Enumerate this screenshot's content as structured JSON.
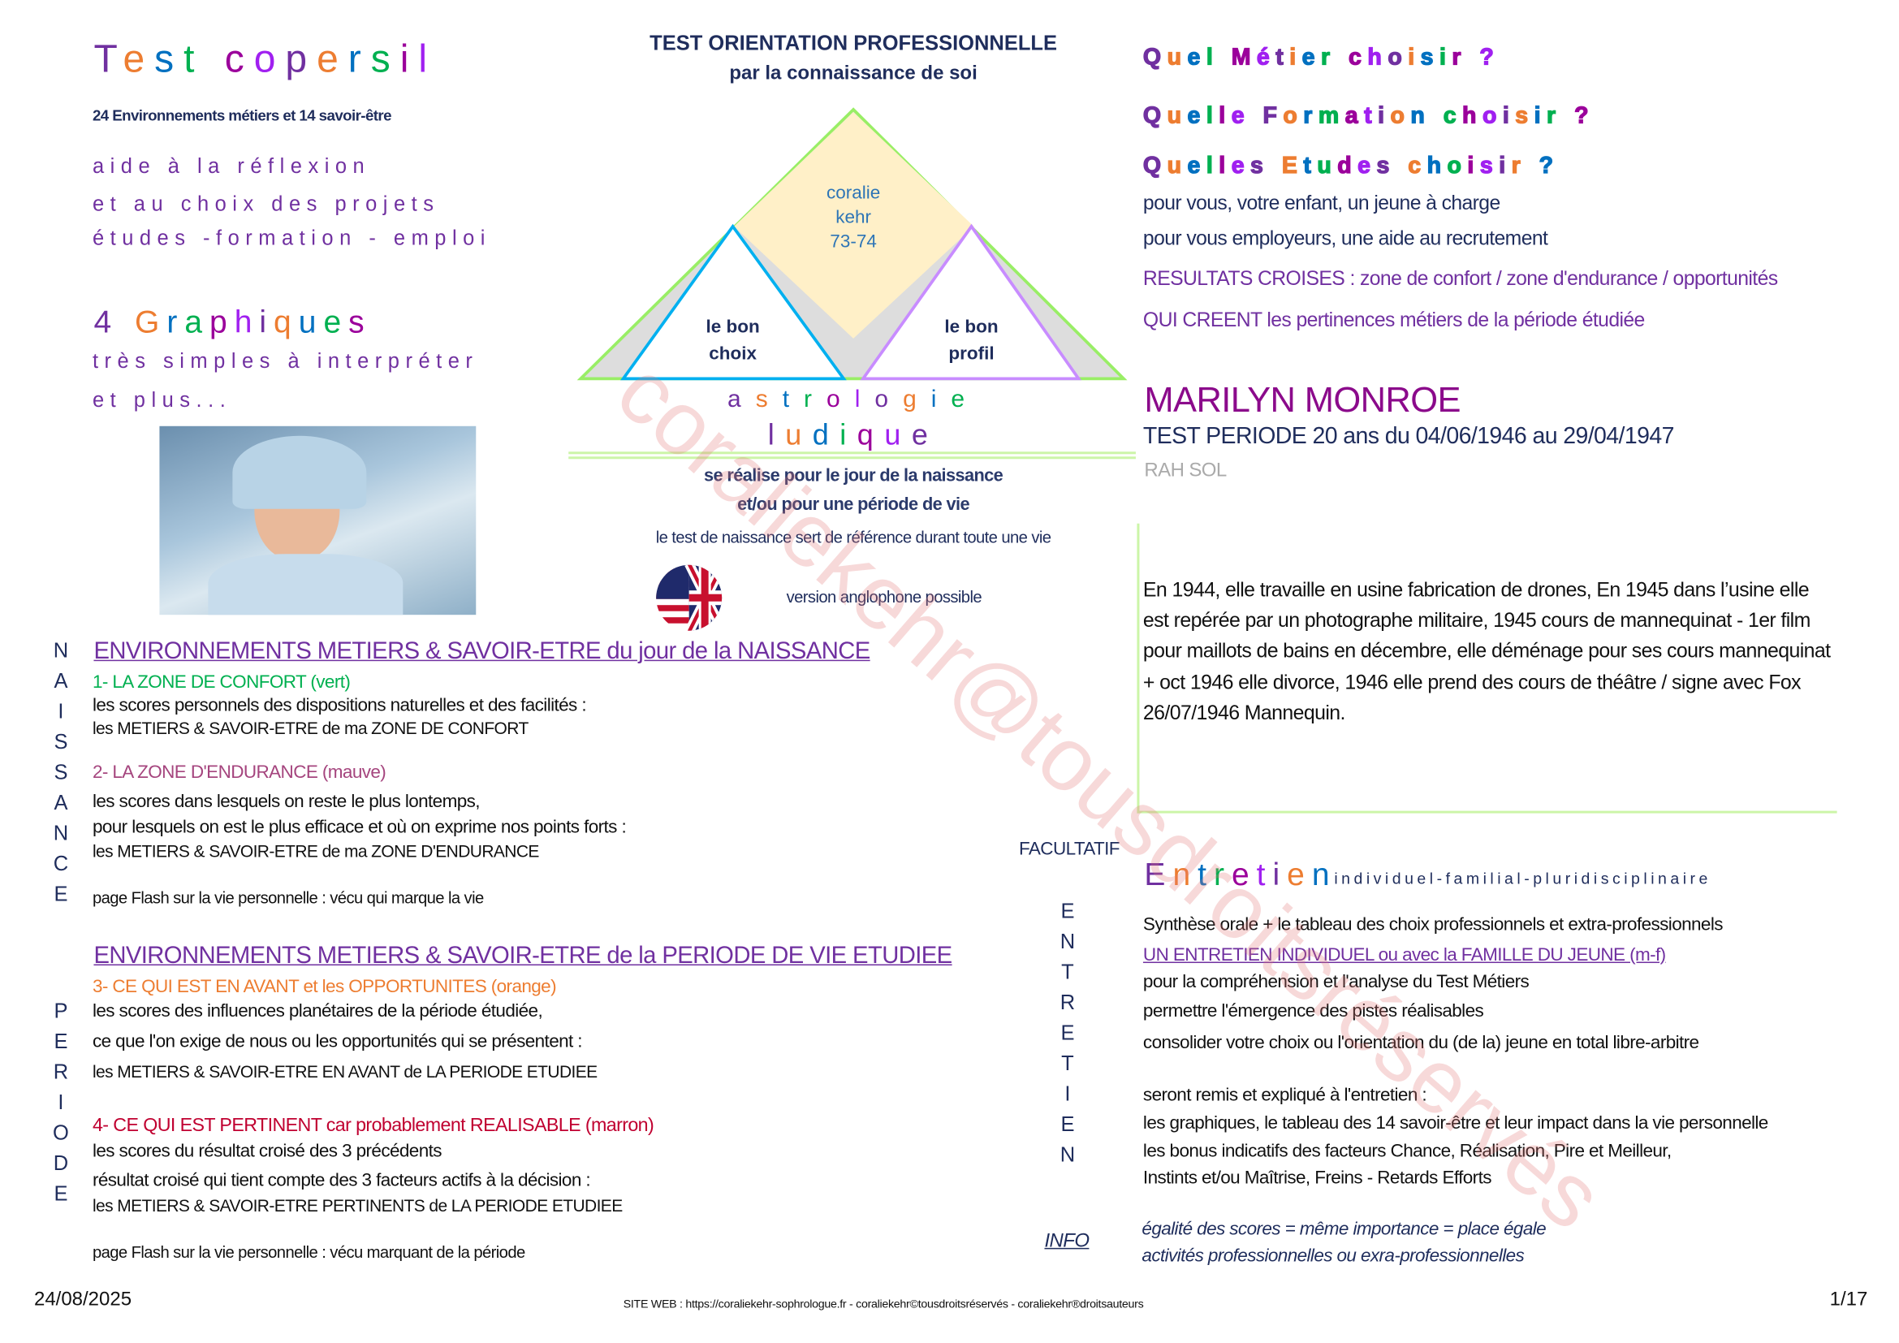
{
  "colors": {
    "rainbow": [
      "#7030a0",
      "#ed7d31",
      "#0070c0",
      "#00b050",
      "#9b009b",
      "#a020f0"
    ],
    "accent_green": "#99ee66",
    "navy": "#1f2d5c"
  },
  "left": {
    "title": "Test copersil",
    "subtitle": "24  Environnements métiers et 14 savoir-être",
    "intro": [
      "aide  à la réflexion",
      "et au choix  des projets",
      "études -formation - emploi"
    ],
    "graphs_title": "4 Graphiques",
    "graphs_lines": [
      "très simples à interpréter",
      "et plus..."
    ],
    "photo_alt": "photo"
  },
  "center": {
    "title": "TEST ORIENTATION PROFESSIONNELLE",
    "subtitle": "par la connaissance de soi",
    "pyramid": {
      "top": [
        "coralie",
        "kehr",
        "73-74"
      ],
      "left": [
        "le bon",
        "choix"
      ],
      "right": [
        "le bon",
        "profil"
      ]
    },
    "astrologie": "astrologie",
    "ludique": "ludique",
    "lines": [
      "se réalise pour le jour de la naissance",
      "et/ou pour une période de vie",
      "le test de naissance sert de référence durant toute une vie"
    ],
    "version": "version anglophone possible"
  },
  "right": {
    "q1": "Quel Métier choisir ?",
    "q2": "Quelle Formation choisir ?",
    "q3": "Quelles Etudes choisir ?",
    "for1": "pour vous, votre enfant, un jeune à charge",
    "for2": "pour vous employeurs, une aide au recrutement",
    "res1": "RESULTATS CROISES : zone de confort / zone d'endurance / opportunités",
    "res2": "QUI CREENT les pertinences métiers de la période étudiée",
    "name": "MARILYN MONROE",
    "period": "TEST PERIODE 20 ans du 04/06/1946 au 29/04/1947",
    "rah": "RAH SOL",
    "bio": "En 1944, elle travaille en usine fabrication de drones, En 1945 dans l’usine elle est repérée par un photographe militaire, 1945 cours de mannequinat - 1er film pour maillots de bains en décembre, elle déménage pour ses cours mannequinat + oct 1946 elle divorce, 1946 elle prend des cours de théâtre  / signe avec Fox 26/07/1946 Mannequin."
  },
  "naissance": {
    "vertical": [
      "N",
      "A",
      "I",
      "S",
      "S",
      "A",
      "N",
      "C",
      "E"
    ],
    "heading": "ENVIRONNEMENTS METIERS & SAVOIR-ETRE du jour de la NAISSANCE",
    "z1_title": "1- LA ZONE DE CONFORT  (vert)",
    "z1_l1": "les scores personnels des dispositions naturelles et des facilités :",
    "z1_l2": "les METIERS & SAVOIR-ETRE de ma ZONE DE CONFORT",
    "z2_title": "2- LA ZONE D'ENDURANCE (mauve)",
    "z2_l1": "les scores dans lesquels on reste le plus lontemps,",
    "z2_l2": "pour lesquels on est le plus efficace et où on exprime nos points forts :",
    "z2_l3": "les METIERS & SAVOIR-ETRE de ma ZONE D'ENDURANCE",
    "flash": "page Flash sur la vie personnelle : vécu qui marque la vie"
  },
  "periode": {
    "vertical": [
      "P",
      "E",
      "R",
      "I",
      "O",
      "D",
      "E"
    ],
    "heading": "ENVIRONNEMENTS METIERS & SAVOIR-ETRE de la PERIODE DE VIE ETUDIEE",
    "z3_title": "3- CE QUI EST EN AVANT et les OPPORTUNITES (orange)",
    "z3_l1": "les scores des influences planétaires de la période étudiée,",
    "z3_l2": "ce que l'on exige de nous ou les opportunités qui se présentent :",
    "z3_l3": "les METIERS & SAVOIR-ETRE EN AVANT de LA PERIODE ETUDIEE",
    "z4_title": "4- CE QUI EST PERTINENT car probablement REALISABLE (marron)",
    "z4_l1": "les scores du résultat croisé des 3 précédents",
    "z4_l2": "résultat croisé qui tient compte des 3 facteurs actifs à la décision :",
    "z4_l3": "les METIERS & SAVOIR-ETRE PERTINENTS de LA PERIODE ETUDIEE",
    "flash": "page Flash sur la vie personnelle : vécu marquant de la période"
  },
  "entretien": {
    "facultatif": "FACULTATIF",
    "vertical": [
      "E",
      "N",
      "T",
      "R",
      "E",
      "T",
      "I",
      "E",
      "N"
    ],
    "title": "Entretien",
    "subtitle": "individuel-familial-pluridisciplinaire",
    "l1": "Synthèse orale + le tableau des choix professionnels et extra-professionnels",
    "link": "UN ENTRETIEN INDIVIDUEL ou avec la FAMILLE DU JEUNE (m-f)",
    "l2": "pour la compréhension et l'analyse du Test Métiers",
    "l3": "permettre l'émergence des pistes réalisables",
    "l4": "consolider votre choix ou l'orientation du (de la) jeune en total libre-arbitre",
    "l5": "seront remis et expliqué à l'entretien :",
    "l6": "les graphiques, le tableau des 14 savoir-être et leur impact dans la vie personnelle",
    "l7": "les bonus indicatifs des facteurs Chance, Réalisation, Pire et Meilleur,",
    "l8": "Instints et/ou Maîtrise, Freins - Retards Efforts",
    "info_label": "INFO",
    "info1": "égalité des scores = même importance = place égale",
    "info2": "activités professionnelles ou exra-professionnelles"
  },
  "footer": {
    "date": "24/08/2025",
    "site": "SITE WEB : https://coraliekehr-sophrologue.fr -  coraliekehr©tousdroitsréservés  -  coraliekehr®droitsauteurs",
    "page": "1/17"
  },
  "watermark": "coraliekehr@tousdroitsréservés"
}
